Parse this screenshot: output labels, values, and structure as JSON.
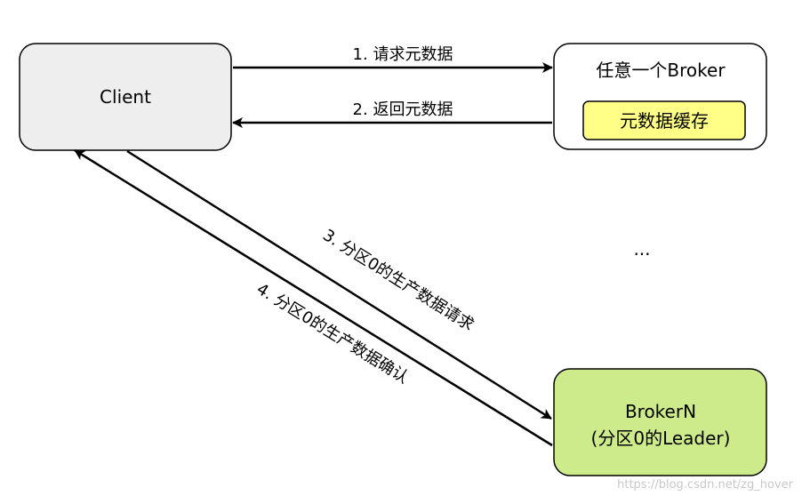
{
  "nodes": {
    "client": {
      "label": "Client"
    },
    "any_broker": {
      "label": "任意一个Broker",
      "cache_label": "元数据缓存"
    },
    "broker_n": {
      "line1": "BrokerN",
      "line2": "(分区0的Leader)"
    }
  },
  "edges": {
    "request_metadata": "1. 请求元数据",
    "return_metadata": "2. 返回元数据",
    "produce_request": "3. 分区0的生产数据请求",
    "produce_ack": "4. 分区0的生产数据确认"
  },
  "ellipsis": "...",
  "watermark": "https://blog.csdn.net/zg_hover",
  "colors": {
    "client_fill": "#eeeeee",
    "broker_fill": "#ffffff",
    "cache_fill": "#ffff88",
    "broker_n_fill": "#cdeb8b",
    "stroke": "#000000"
  }
}
